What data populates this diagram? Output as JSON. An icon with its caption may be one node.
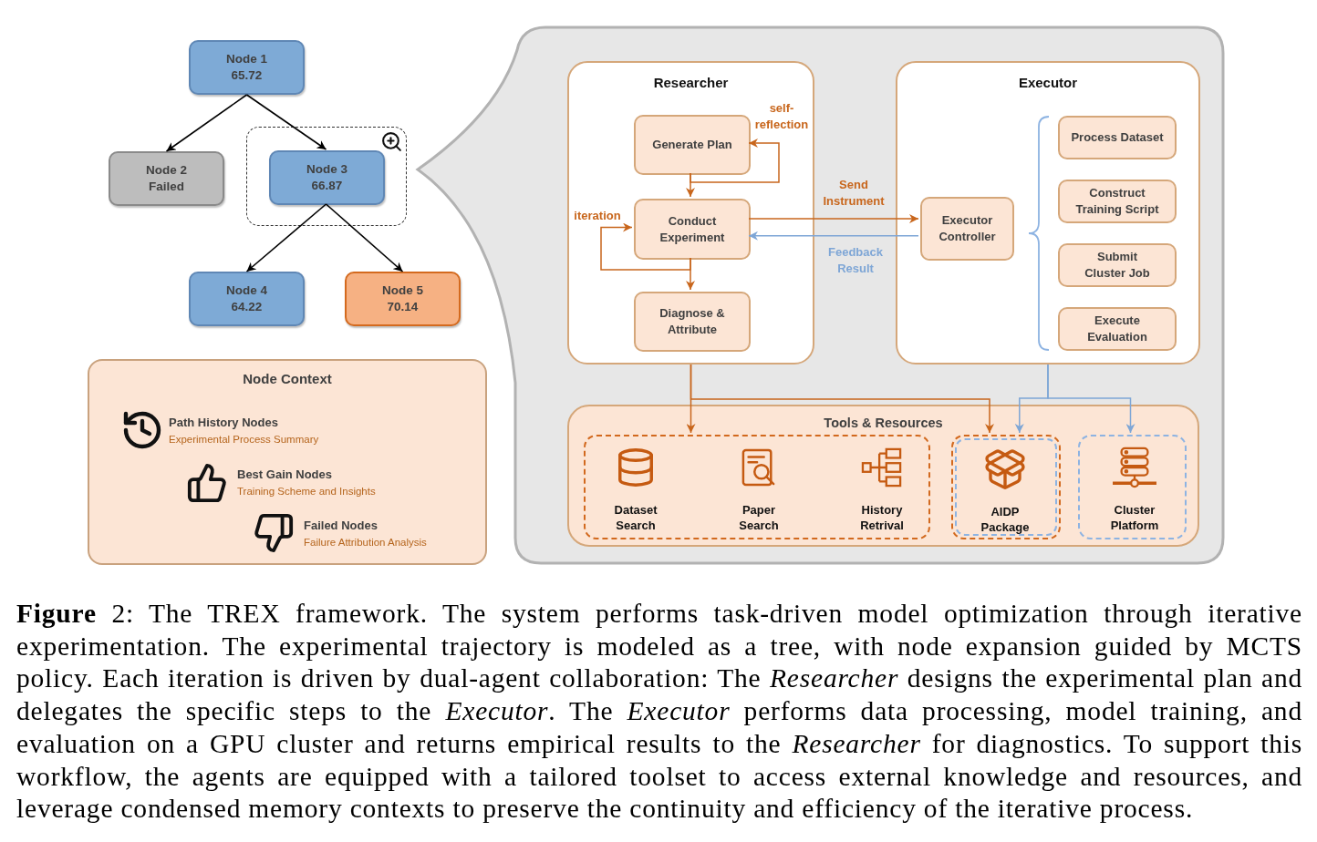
{
  "diagram": {
    "nodes": [
      {
        "text": [
          "Node 1",
          "65.72"
        ]
      },
      {
        "text": [
          "Node 2",
          "Failed"
        ]
      },
      {
        "text": [],
        "shape": "box"
      },
      {
        "text": [
          "Node 3",
          "66.87"
        ],
        "in": 2
      },
      {
        "text": [
          "Node 4",
          "64.22"
        ]
      },
      {
        "text": [
          "Node 5",
          "70.14"
        ]
      },
      {
        "text": [
          "Node Context"
        ]
      },
      {
        "text": [],
        "shape": "callout"
      },
      {
        "text": [
          "Researcher"
        ],
        "in": 7
      },
      {
        "text": [
          "Generate Plan"
        ],
        "in": 8
      },
      {
        "text": [
          "Conduct Experiment"
        ],
        "in": 8
      },
      {
        "text": [
          "Diagnose & Attribute"
        ],
        "in": 8
      },
      {
        "text": [
          "Executor"
        ],
        "in": 7
      },
      {
        "text": [
          "Executor Controller"
        ],
        "in": 12
      },
      {
        "text": [
          "Process Dataset"
        ],
        "in": 12
      },
      {
        "text": [
          "Construct Training Script"
        ],
        "in": 12
      },
      {
        "text": [
          "Submit Cluster Job"
        ],
        "in": 12
      },
      {
        "text": [
          "Execute Evaluation"
        ],
        "in": 12
      },
      {
        "text": [
          "Tools & Resources"
        ],
        "in": 7
      },
      {
        "text": [
          "Dataset Search",
          "Paper Search",
          "History Retrival"
        ],
        "in": 18
      },
      {
        "text": [
          "AIDP Package"
        ],
        "in": 18
      },
      {
        "text": [
          "Cluster Platform"
        ],
        "in": 18
      }
    ],
    "edges": [
      {
        "from": 0,
        "to": 1,
        "arrow": "to",
        "color": "#000000"
      },
      {
        "from": 0,
        "to": 3,
        "arrow": "to",
        "color": "#000000"
      },
      {
        "from": 3,
        "to": 4,
        "arrow": "to",
        "color": "#000000"
      },
      {
        "from": 3,
        "to": 5,
        "arrow": "to",
        "color": "#000000"
      },
      {
        "from": 9,
        "to": 10,
        "arrow": "to"
      },
      {
        "from": 9,
        "to": 9,
        "arrow": "to",
        "label": "self-reflection"
      },
      {
        "from": 10,
        "to": 11,
        "arrow": "to"
      },
      {
        "from": 10,
        "to": 10,
        "arrow": "to",
        "label": "iteration"
      },
      {
        "from": 10,
        "to": 13,
        "arrow": "to",
        "label": "Send Instrument"
      },
      {
        "from": 13,
        "to": 10,
        "arrow": "to",
        "label": "Feedback Result",
        "color": "#7ea6d6"
      },
      {
        "from": 8,
        "to": 19,
        "arrow": "to"
      },
      {
        "from": 8,
        "to": 20,
        "arrow": "to"
      },
      {
        "from": 12,
        "to": 20,
        "arrow": "to",
        "color": "#7ea6d6"
      },
      {
        "from": 12,
        "to": 21,
        "arrow": "to",
        "color": "#7ea6d6"
      }
    ],
    "labels": [
      "Path History Nodes",
      "Experimental Process Summary",
      "Best Gain Nodes",
      "Training Scheme and Insights",
      "Failed Nodes",
      "Failure Attribution Analysis"
    ],
    "caption": "**Figure** 2: The TREX framework.  The system performs task-driven model optimization through iterative experimentation. The experimental trajectory is modeled as a tree, with node expansion guided by MCTS policy. Each iteration is driven by dual-agent collaboration: The *Researcher* designs the experimental plan and delegates the specific steps to the *Executor*. The *Executor* performs data processing, model training, and evaluation on a GPU cluster and returns empirical results to the *Researcher* for diagnostics. To support this workflow, the agents are equipped with a tailored toolset to access external knowledge and resources, and leverage condensed memory contexts to preserve the continuity and efficiency of the iterative process."
  }
}
